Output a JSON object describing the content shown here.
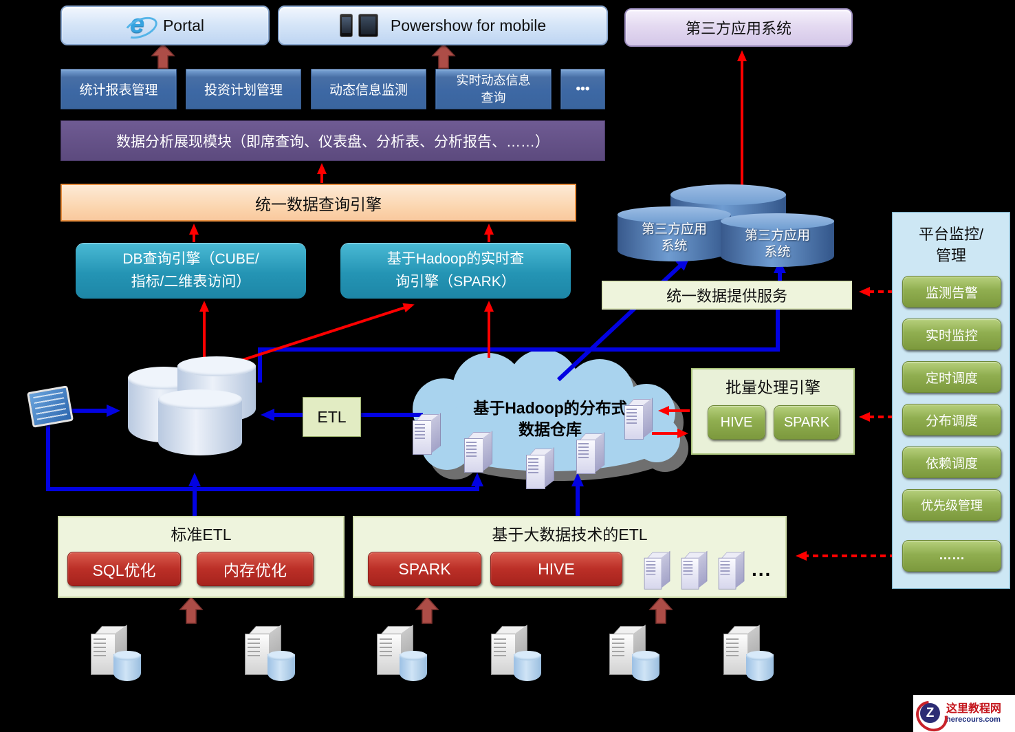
{
  "portal": {
    "label": "Portal"
  },
  "powershow": {
    "label": "Powershow for mobile"
  },
  "third_party_app": {
    "label": "第三方应用系统"
  },
  "app_modules": {
    "items": [
      {
        "label": "统计报表管理"
      },
      {
        "label": "投资计划管理"
      },
      {
        "label": "动态信息监测"
      },
      {
        "label": "实时动态信息\n查询"
      },
      {
        "label": "•••"
      }
    ]
  },
  "display_module": {
    "label": "数据分析展现模块（即席查询、仪表盘、分析表、分析报告、……）"
  },
  "unified_query_engine": {
    "label": "统一数据查询引擎"
  },
  "db_query_engine": {
    "label": "DB查询引擎（CUBE/\n指标/二维表访问）"
  },
  "hadoop_rt_engine": {
    "label": "基于Hadoop的实时查\n询引擎（SPARK）"
  },
  "third_party_cylinders": {
    "left_label": "第三方应用\n系统",
    "right_label": "第三方应用\n系统"
  },
  "unified_data_service": {
    "label": "统一数据提供服务"
  },
  "monitor_panel": {
    "title": "平台监控/\n管理",
    "items": [
      {
        "label": "监测告警"
      },
      {
        "label": "实时监控"
      },
      {
        "label": "定时调度"
      },
      {
        "label": "分布调度"
      },
      {
        "label": "依赖调度"
      },
      {
        "label": "优先级管理"
      },
      {
        "label": "……"
      }
    ]
  },
  "hadoop_warehouse": {
    "label": "基于Hadoop的分布式\n数据仓库"
  },
  "etl_small": {
    "label": "ETL"
  },
  "batch_engine": {
    "title": "批量处理引擎",
    "hive": "HIVE",
    "spark": "SPARK"
  },
  "standard_etl": {
    "title": "标准ETL",
    "sql_opt": "SQL优化",
    "mem_opt": "内存优化"
  },
  "bigdata_etl": {
    "title": "基于大数据技术的ETL",
    "spark": "SPARK",
    "hive": "HIVE",
    "more": "..."
  },
  "logo": {
    "site_name": "这里教程网",
    "site_domain": "herecours.com",
    "glyph": "Z"
  },
  "icons": {
    "ie_glyph": "e"
  },
  "colors": {
    "arrow_red": "#ff0000",
    "arrow_blue": "#0202e2",
    "block_arrow_red": "#ad4d47",
    "teal_box": "#2494b4",
    "orange_bar": "#fbd3ab",
    "purple_bar": "#5c4a7e",
    "green_button": "#90ae50",
    "red_button": "#bb2f27",
    "background": "#000000"
  }
}
